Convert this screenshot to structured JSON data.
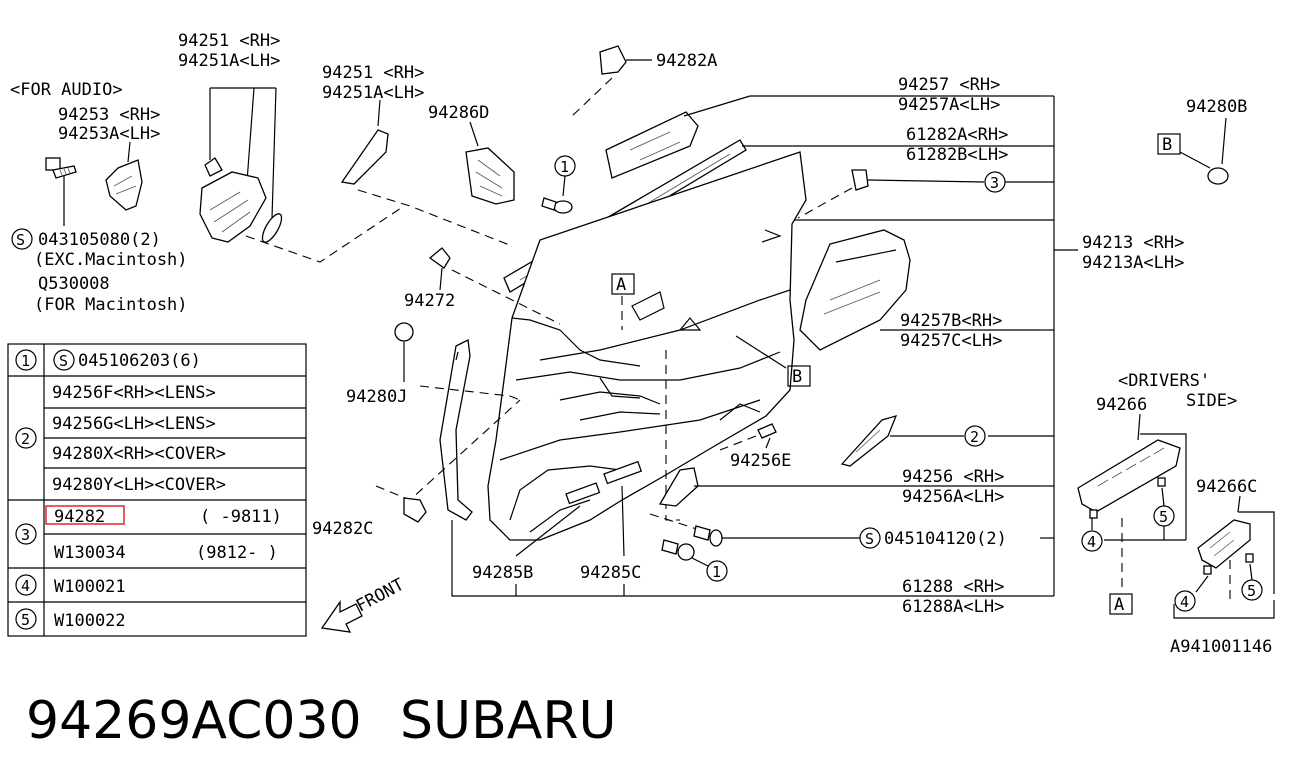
{
  "diagram": {
    "reference_code": "A941001146",
    "part_number": "94269AC030",
    "brand": "SUBARU",
    "front_label": "FRONT",
    "callouts": {
      "c94251_rh_left": "94251 <RH>",
      "c94251_lh_left": "94251A<LH>",
      "for_audio": "<FOR AUDIO>",
      "c94253_rh": "94253 <RH>",
      "c94253_lh": "94253A<LH>",
      "c043105080": "043105080(2)",
      "exc_macintosh": "(EXC.Macintosh)",
      "q530008": "Q530008",
      "for_macintosh": "(FOR Macintosh)",
      "c94251_rh_mid": "94251 <RH>",
      "c94251_lh_mid": "94251A<LH>",
      "c94286d": "94286D",
      "c94282a": "94282A",
      "c94257_rh": "94257 <RH>",
      "c94257_lh": "94257A<LH>",
      "c61282_rh": "61282A<RH>",
      "c61282_lh": "61282B<LH>",
      "c94280b": "94280B",
      "c94213_rh": "94213 <RH>",
      "c94213_lh": "94213A<LH>",
      "c94272": "94272",
      "c94257b": "94257B<RH>",
      "c94257c": "94257C<LH>",
      "c94280j": "94280J",
      "c94256e": "94256E",
      "c94256_rh": "94256 <RH>",
      "c94256_lh": "94256A<LH>",
      "c94282c": "94282C",
      "c045104120": "045104120(2)",
      "c94285b": "94285B",
      "c94285c": "94285C",
      "c61288_rh": "61288 <RH>",
      "c61288_lh": "61288A<LH>",
      "drivers_1": "<DRIVERS'",
      "drivers_2": "SIDE>",
      "c94266": "94266",
      "c94266c": "94266C"
    },
    "markers": {
      "A": "A",
      "B": "B",
      "S": "S",
      "n1": "1",
      "n2": "2",
      "n3": "3",
      "n4": "4",
      "n5": "5"
    },
    "legend": [
      {
        "ref": "1",
        "text": "045106203(6)",
        "s_mark": true
      },
      {
        "ref": "2",
        "text": "94256F<RH><LENS>"
      },
      {
        "ref": "",
        "text": "94256G<LH><LENS>"
      },
      {
        "ref": "",
        "text": "94280X<RH><COVER>"
      },
      {
        "ref": "",
        "text": "94280Y<LH><COVER>"
      },
      {
        "ref": "3",
        "text": "94282",
        "note": "( -9811)",
        "highlight": true
      },
      {
        "ref": "",
        "text": "W130034",
        "note": "(9812- )"
      },
      {
        "ref": "4",
        "text": "W100021"
      },
      {
        "ref": "5",
        "text": "W100022"
      }
    ],
    "highlight_color": "#e0343a"
  }
}
